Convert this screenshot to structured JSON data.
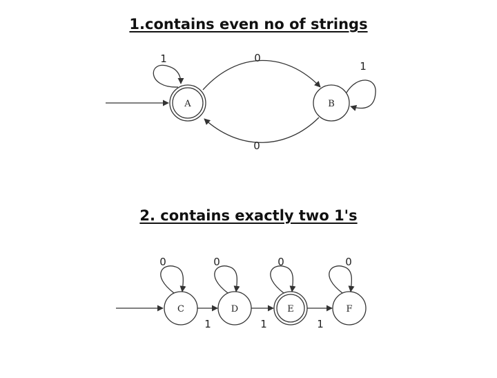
{
  "diagram1": {
    "title": "1.contains even no of strings",
    "states": [
      {
        "id": "A",
        "label": "A",
        "accepting": true,
        "initial": true
      },
      {
        "id": "B",
        "label": "B",
        "accepting": false,
        "initial": false
      }
    ],
    "transitions": [
      {
        "from": "A",
        "to": "A",
        "label": "1"
      },
      {
        "from": "A",
        "to": "B",
        "label": "0"
      },
      {
        "from": "B",
        "to": "B",
        "label": "1"
      },
      {
        "from": "B",
        "to": "A",
        "label": "0"
      }
    ]
  },
  "diagram2": {
    "title": "2. contains exactly two 1's",
    "states": [
      {
        "id": "C",
        "label": "C",
        "accepting": false,
        "initial": true
      },
      {
        "id": "D",
        "label": "D",
        "accepting": false,
        "initial": false
      },
      {
        "id": "E",
        "label": "E",
        "accepting": true,
        "initial": false
      },
      {
        "id": "F",
        "label": "F",
        "accepting": false,
        "initial": false
      }
    ],
    "transitions": [
      {
        "from": "C",
        "to": "C",
        "label": "0"
      },
      {
        "from": "C",
        "to": "D",
        "label": "1"
      },
      {
        "from": "D",
        "to": "D",
        "label": "0"
      },
      {
        "from": "D",
        "to": "E",
        "label": "1"
      },
      {
        "from": "E",
        "to": "E",
        "label": "0"
      },
      {
        "from": "E",
        "to": "F",
        "label": "1"
      },
      {
        "from": "F",
        "to": "F",
        "label": "0"
      }
    ]
  },
  "colors": {
    "stroke": "#333333",
    "text": "#222222"
  }
}
